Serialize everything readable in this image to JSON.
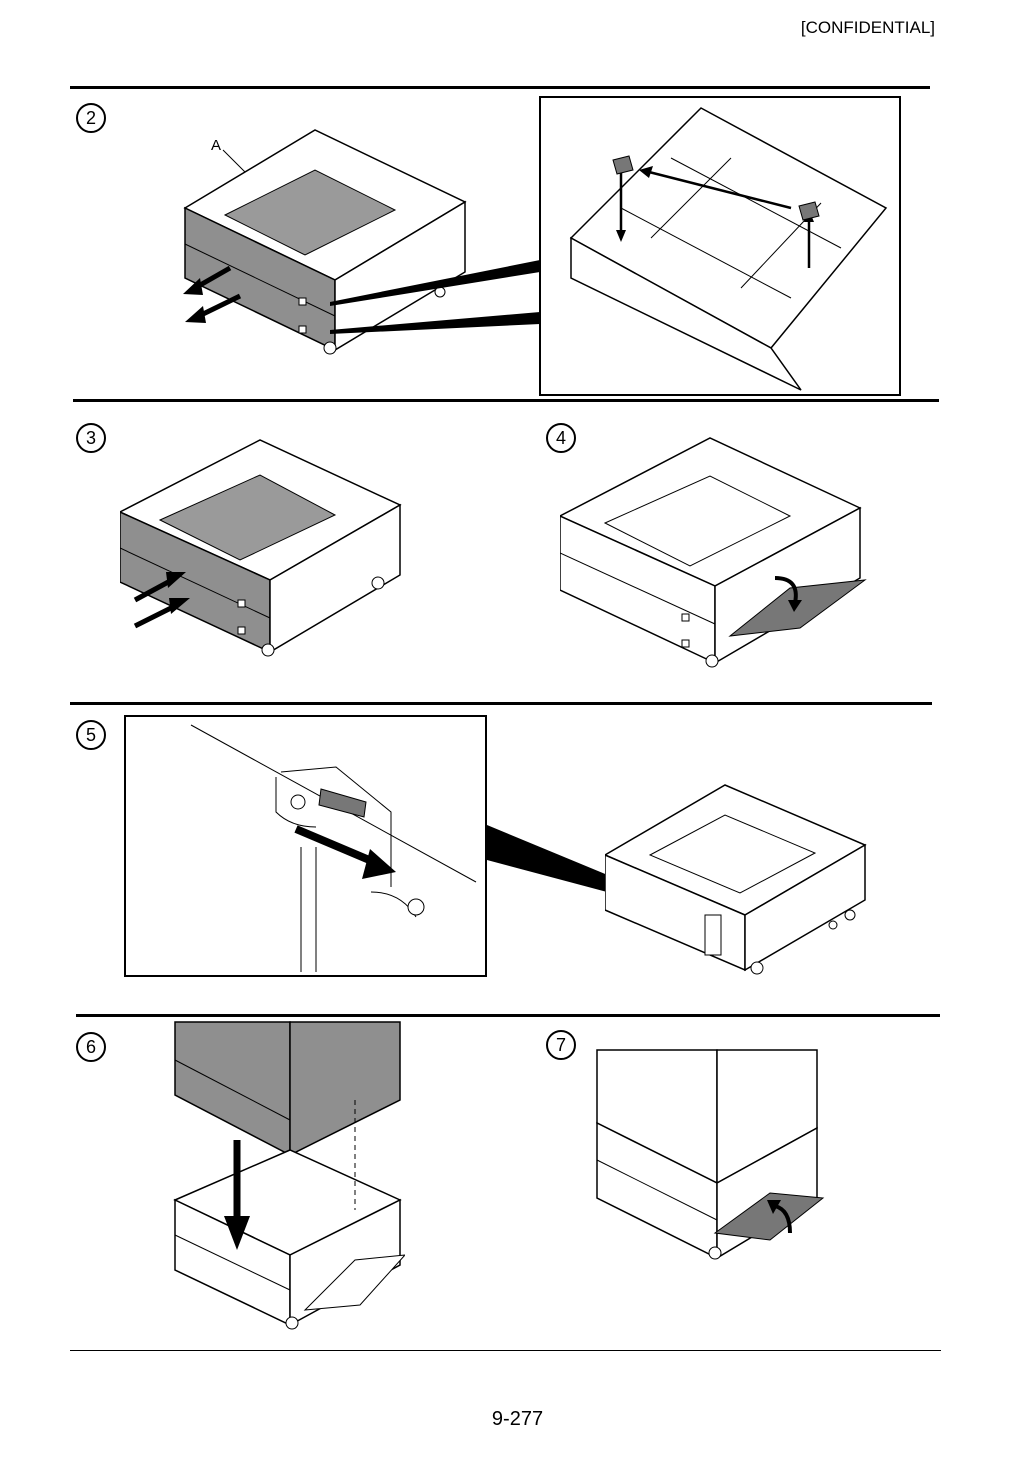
{
  "header": {
    "confidential": "[CONFIDENTIAL]"
  },
  "steps": {
    "s2": "2",
    "s3": "3",
    "s4": "4",
    "s5": "5",
    "s6": "6",
    "s7": "7"
  },
  "callouts": {
    "a": "A"
  },
  "footer": {
    "page_number": "9-277"
  }
}
